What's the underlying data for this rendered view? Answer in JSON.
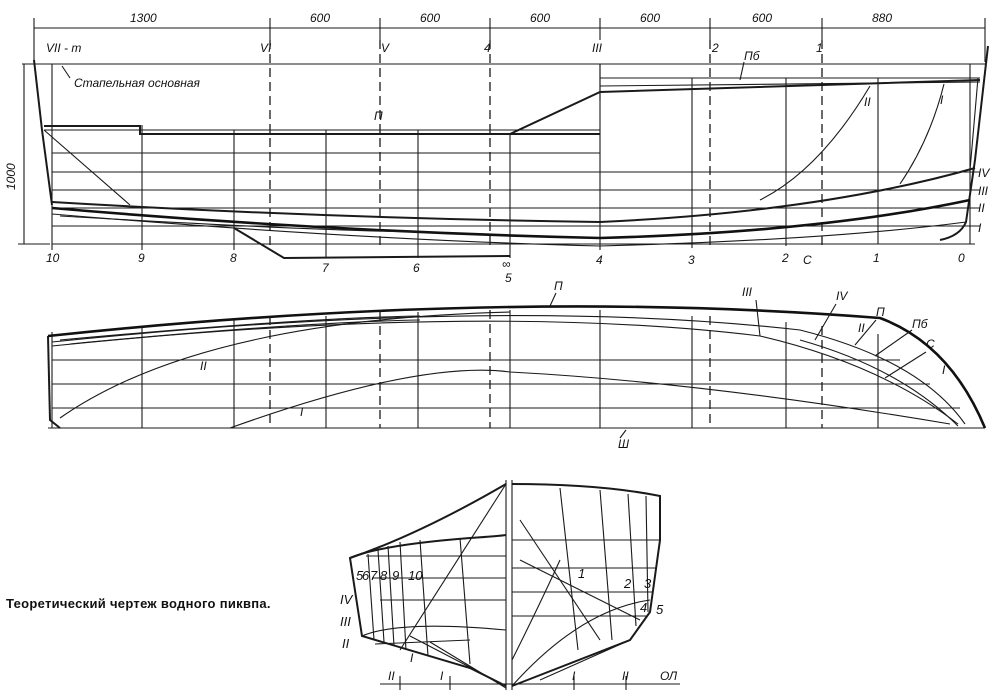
{
  "caption": "Теоретический чертеж водного пиквпа.",
  "dimensions": [
    "1300",
    "600",
    "600",
    "600",
    "600",
    "600",
    "880",
    "1000"
  ],
  "frame_marks": [
    "VII - т",
    "VI",
    "V",
    "4",
    "III",
    "2",
    "1"
  ],
  "side_view": {
    "baseline_label": "Стапельная основная",
    "labels": {
      "deck": "П",
      "deck_top": "Пб",
      "chine": "С"
    },
    "waterline_labels": [
      "IV",
      "III",
      "II",
      "I"
    ],
    "buttock_labels": [
      "II",
      "I"
    ],
    "stations": [
      "10",
      "9",
      "8",
      "7",
      "6",
      "5",
      "4",
      "3",
      "2",
      "1",
      "0"
    ],
    "station5_symbol": "∞"
  },
  "plan_view": {
    "labels": [
      "П",
      "III",
      "IV",
      "П",
      "II",
      "Пб",
      "С",
      "I",
      "II",
      "I",
      "Ш"
    ]
  },
  "body_plan": {
    "aft_stations": [
      "5",
      "6",
      "7",
      "8",
      "9",
      "10"
    ],
    "fwd_stations": [
      "1",
      "2",
      "3",
      "4",
      "5"
    ],
    "waterlines": [
      "IV",
      "III",
      "II"
    ],
    "buttocks_bottom": [
      "II",
      "I",
      "I",
      "I",
      "II"
    ],
    "ol_label": "ОЛ"
  }
}
